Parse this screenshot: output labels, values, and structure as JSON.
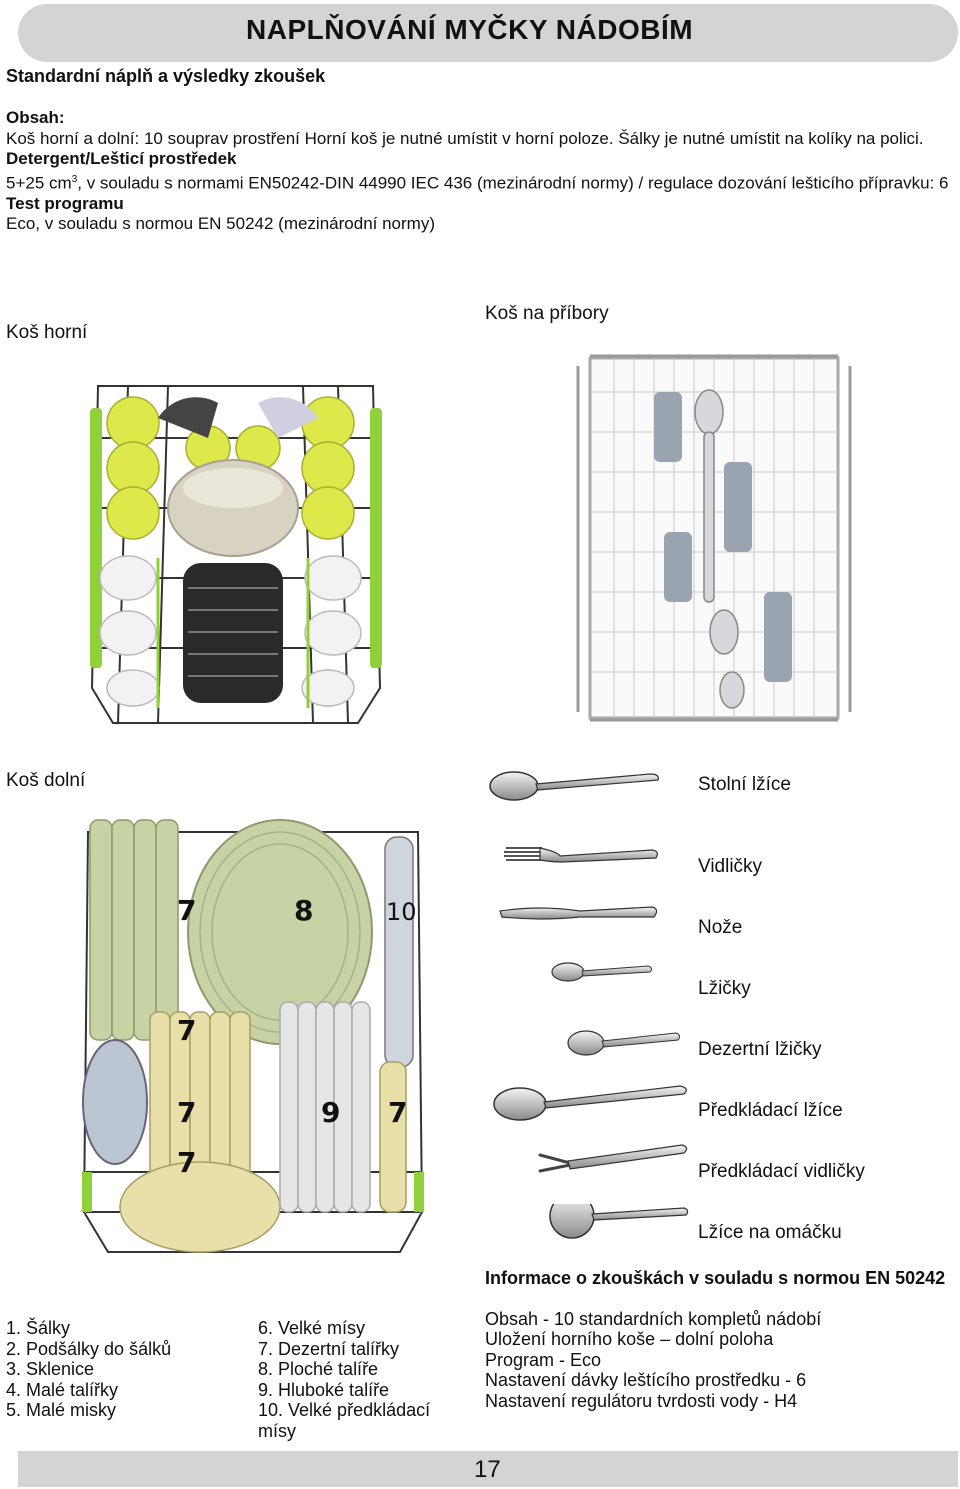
{
  "header": {
    "title": "NAPLŇOVÁNÍ MYČKY NÁDOBÍM",
    "subtitle": "Standardní náplň a výsledky zkoušek"
  },
  "intro": {
    "contents_heading": "Obsah:",
    "contents_text": "Koš horní a dolní: 10 souprav prostření Horní koš je nutné umístit v horní poloze. Šálky je nutné umístit na kolíky na polici.",
    "detergent_heading": "Detergent/Lešticí prostředek",
    "detergent_text_a": "5+25 cm",
    "detergent_sup": "3",
    "detergent_text_b": ", v souladu s normami EN50242-DIN 44990 IEC 436 (mezinárodní normy) / regulace dozování lešticího přípravku: 6",
    "program_heading": "Test programu",
    "program_text": "Eco, v souladu s normou EN 50242 (mezinárodní normy)"
  },
  "labels": {
    "upper_basket": "Koš horní",
    "cutlery_basket": "Koš na příbory",
    "lower_basket": "Koš dolní"
  },
  "lower_basket_numbers": [
    "7",
    "8",
    "10",
    "7",
    "7",
    "9",
    "7",
    "7"
  ],
  "cutlery": [
    {
      "label": "Stolní lžíce",
      "icon": "table-spoon-icon"
    },
    {
      "label": "Vidličky",
      "icon": "fork-icon"
    },
    {
      "label": "Nože",
      "icon": "knife-icon"
    },
    {
      "label": "Lžičky",
      "icon": "teaspoon-icon"
    },
    {
      "label": "Dezertní lžičky",
      "icon": "dessert-spoon-icon"
    },
    {
      "label": "Předkládací lžíce",
      "icon": "serving-spoon-icon"
    },
    {
      "label": "Předkládací vidličky",
      "icon": "serving-fork-icon"
    },
    {
      "label": "Lžíce na omáčku",
      "icon": "ladle-icon"
    }
  ],
  "legend_left": [
    "1. Šálky",
    "2. Podšálky do šálků",
    "3. Sklenice",
    "4. Malé talířky",
    "5. Malé misky"
  ],
  "legend_right": [
    "6. Velké mísy",
    "7. Dezertní talířky",
    "8. Ploché talíře",
    "9. Hluboké talíře",
    "10. Velké předkládací mísy"
  ],
  "info": {
    "title": "Informace o zkouškách v souladu s normou EN 50242",
    "lines": [
      "Obsah - 10 standardních kompletů nádobí",
      "Uložení horního koše – dolní poloha",
      "Program - Eco",
      "Nastavení dávky leštícího prostředku - 6",
      "Nastavení regulátoru tvrdosti vody - H4"
    ]
  },
  "footer": {
    "page_number": "17"
  },
  "colors": {
    "header_gray": "#d4d4d4",
    "glass_yellow": "#dde84a",
    "rack_green": "#8fd13a",
    "plate_green": "#c7d3a4",
    "plate_yellow": "#e8e0a8",
    "plate_white": "#e6e6e6",
    "dark_plate": "#2a2a2a"
  }
}
